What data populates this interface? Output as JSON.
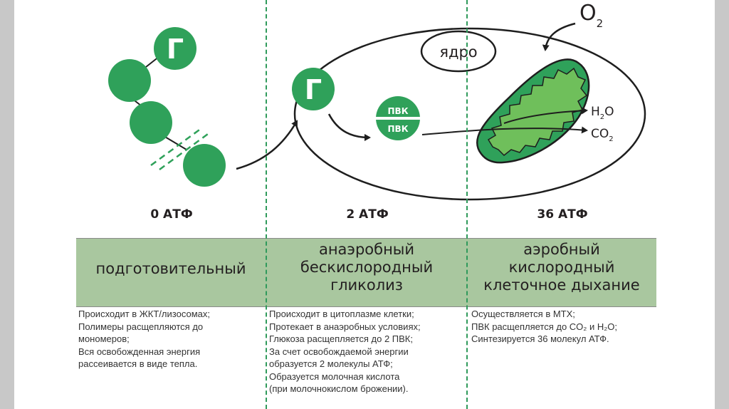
{
  "colors": {
    "green": "#2fa15a",
    "band": "#a9c79f",
    "mito_inner": "#6fbf5b",
    "separator": "#2f9a5b"
  },
  "diagram": {
    "glucose_letter": "Г",
    "nucleus_label": "ядро",
    "pvk_label": "ПВК",
    "o2_label": "O",
    "o2_sub": "2",
    "h2o_label_a": "H",
    "h2o_label_sub": "2",
    "h2o_label_b": "O",
    "co2_label_a": "CO",
    "co2_label_sub": "2"
  },
  "atp": [
    "0 АТФ",
    "2 АТФ",
    "36 АТФ"
  ],
  "stages": [
    {
      "title_lines": [
        "подготовительный"
      ],
      "desc_lines": [
        "Происходит в ЖКТ/лизосомах;",
        "Полимеры расщепляются до",
        "мономеров;",
        "Вся освобожденная энергия",
        "рассеивается в виде тепла."
      ]
    },
    {
      "title_lines": [
        "анаэробный",
        "бескислородный",
        "гликолиз"
      ],
      "desc_lines": [
        "Происходит в цитоплазме клетки;",
        "Протекает в анаэробных условиях;",
        "Глюкоза расщепляется до 2 ПВК;",
        "За счет освобождаемой энергии",
        "образуется 2 молекулы АТФ;",
        "Образуется молочная кислота",
        "(при молочнокислом брожении)."
      ]
    },
    {
      "title_lines": [
        "аэробный",
        "кислородный",
        "клеточное дыхание"
      ],
      "desc_lines": [
        "Осуществляется в МТХ;",
        "ПВК расщепляется до CO₂ и H₂O;",
        "Синтезируется 36 молекул АТФ."
      ]
    }
  ]
}
